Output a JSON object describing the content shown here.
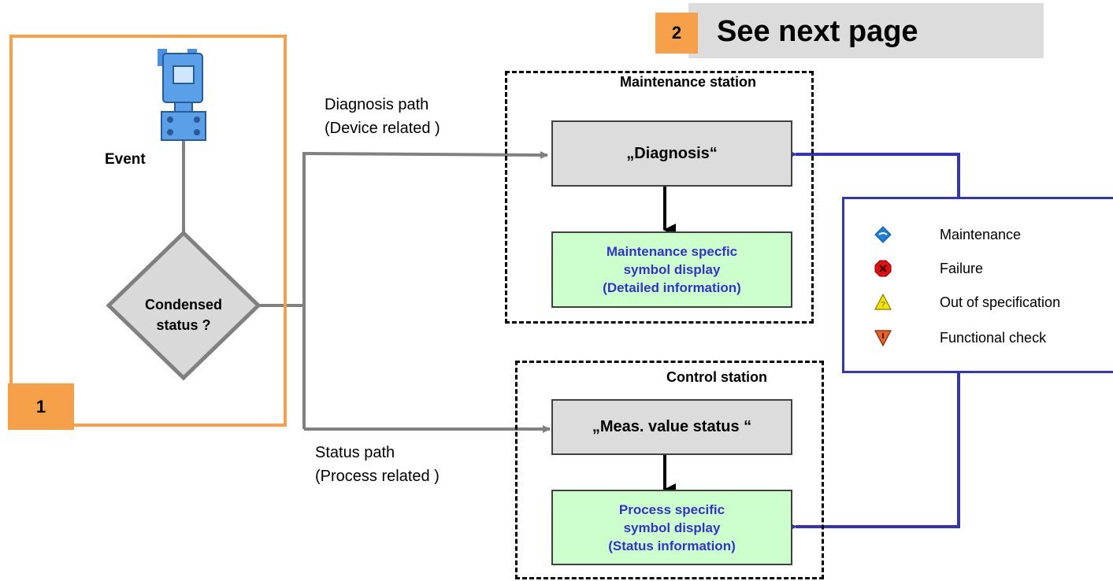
{
  "section2": {
    "number": "2",
    "title": "See next page"
  },
  "section1": {
    "number": "1",
    "event_label": "Event",
    "decision_line1": "Condensed",
    "decision_line2": "status ?"
  },
  "diagnosis_path": {
    "line1": "Diagnosis path",
    "line2": "(Device related )"
  },
  "status_path": {
    "line1": "Status path",
    "line2": "(Process related )"
  },
  "maintenance_station": {
    "label": "Maintenance station",
    "box_title": "„Diagnosis“",
    "display_line1": "Maintenance specfic",
    "display_line2": "symbol display",
    "display_line3": "(Detailed information)"
  },
  "control_station": {
    "label": "Control station",
    "box_title": "„Meas. value status “",
    "display_line1": "Process specific",
    "display_line2": "symbol display",
    "display_line3": "(Status  information)"
  },
  "legend": {
    "items": [
      {
        "icon": "maintenance-icon",
        "label": "Maintenance",
        "color": "#1e7fd8"
      },
      {
        "icon": "failure-icon",
        "label": "Failure",
        "color": "#e01010"
      },
      {
        "icon": "out-of-spec-icon",
        "label": "Out of specification",
        "color": "#f2e600"
      },
      {
        "icon": "functional-check-icon",
        "label": "Functional check",
        "color": "#e8602a"
      }
    ]
  },
  "colors": {
    "orange": "#f7a04a",
    "gray_line": "#808080",
    "blue_line": "#3333bb",
    "green_fill": "#ccffcc",
    "text_blue": "#3333cc"
  }
}
